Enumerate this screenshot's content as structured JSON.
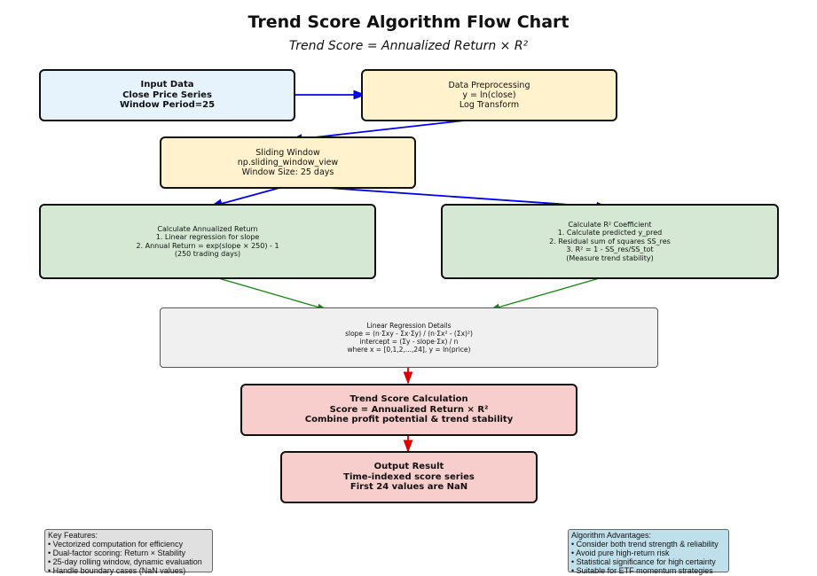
{
  "title": "Trend Score Algorithm Flow Chart",
  "subtitle": "Trend Score = Annualized Return × R²",
  "nodes": {
    "input": {
      "lines": [
        "Input Data",
        "Close Price Series",
        "Window Period=25"
      ],
      "color": "#e6f2fc"
    },
    "preprocess": {
      "lines": [
        "Data Preprocessing",
        "y = ln(close)",
        "Log Transform"
      ],
      "color": "#fff2cc"
    },
    "sliding": {
      "lines": [
        "Sliding Window",
        "np.sliding_window_view",
        "Window Size: 25 days"
      ],
      "color": "#fff2cc"
    },
    "annual": {
      "lines": [
        "Calculate Annualized Return",
        "1. Linear regression for slope",
        "2. Annual Return = exp(slope × 250) - 1",
        "(250 trading days)"
      ],
      "color": "#d5e8d4"
    },
    "r2": {
      "lines": [
        "Calculate R² Coefficient",
        "1. Calculate predicted y_pred",
        "2. Residual sum of squares SS_res",
        "3. R² = 1 - SS_res/SS_tot",
        "(Measure trend stability)"
      ],
      "color": "#d5e8d4"
    },
    "linreg": {
      "lines": [
        "Linear Regression Details",
        "slope = (n·Σxy - Σx·Σy) / (n·Σx² - (Σx)²)",
        "intercept = (Σy - slope·Σx) / n",
        "where x = [0,1,2,...,24], y = ln(price)"
      ],
      "color": "#f0f0f0"
    },
    "trend": {
      "lines": [
        "Trend Score Calculation",
        "Score = Annualized Return × R²",
        "Combine profit potential & trend stability"
      ],
      "color": "#f8cecc"
    },
    "output": {
      "lines": [
        "Output Result",
        "Time-indexed score series",
        "First 24 values are NaN"
      ],
      "color": "#f8cecc"
    }
  },
  "notes": {
    "features": {
      "lines": [
        "Key Features:",
        "• Vectorized computation for efficiency",
        "• Dual-factor scoring: Return × Stability",
        "• 25-day rolling window, dynamic evaluation",
        "• Handle boundary cases (NaN values)"
      ],
      "color": "#e0e0e0"
    },
    "advantages": {
      "lines": [
        "Algorithm Advantages:",
        "• Consider both trend strength & reliability",
        "• Avoid pure high-return risk",
        "• Statistical significance for high certainty",
        "• Suitable for ETF momentum strategies"
      ],
      "color": "#bfe0ea"
    }
  },
  "arrow_colors": {
    "data_flow": "#0000ee",
    "compute": "#118811",
    "result": "#dd0000"
  }
}
